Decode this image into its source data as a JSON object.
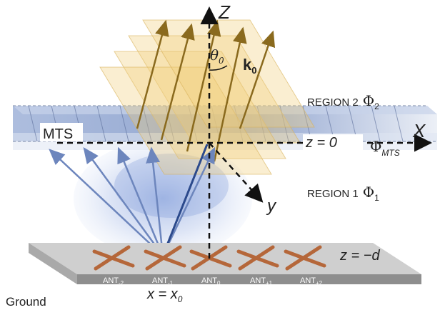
{
  "axes": {
    "z": "Z",
    "x": "X",
    "y": "y"
  },
  "angles": {
    "theta": "θ",
    "theta_sub": "0",
    "k": "k",
    "k_sub": "0"
  },
  "regions": {
    "region2": "REGION 2",
    "region1": "REGION 1",
    "phi_symbol": "Φ",
    "phi2_sub": "2",
    "phi1_sub": "1",
    "phi_mts_sub": "MTS"
  },
  "labels": {
    "mts": "MTS",
    "z0": "z = 0",
    "zd": "z = −d",
    "ground": "Ground",
    "x0_left": "x = x",
    "x0_sub": "0"
  },
  "antennas": [
    {
      "base": "ANT",
      "sub": "-2"
    },
    {
      "base": "ANT",
      "sub": "-1"
    },
    {
      "base": "ANT",
      "sub": "0"
    },
    {
      "base": "ANT",
      "sub": "+1"
    },
    {
      "base": "ANT",
      "sub": "+2"
    }
  ],
  "colors": {
    "mts_blue": "#7d96c8",
    "mts_light": "#c9d6ec",
    "wavefront": "#f3d48a",
    "ray": "#8a6a1e",
    "dipole": "#b5673a",
    "beam": "#5a78b8",
    "ground_top": "#c8c8c8",
    "ground_front": "#8e8e8e"
  }
}
